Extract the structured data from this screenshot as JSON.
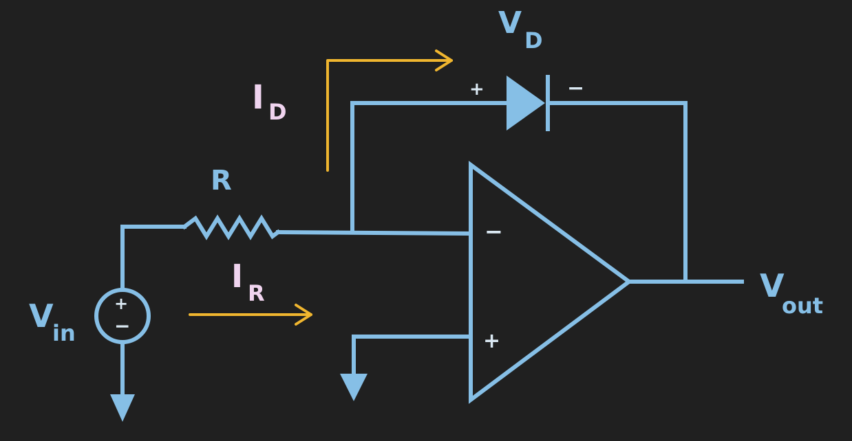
{
  "components": {
    "resistor": {
      "label": "R"
    },
    "diode": {
      "label_main": "V",
      "label_sub": "D",
      "anode_sign": "+",
      "cathode_sign": "−"
    },
    "opamp": {
      "inverting_sign": "−",
      "noninverting_sign": "+"
    },
    "source": {
      "label_main": "V",
      "label_sub": "in",
      "plus_sign": "+",
      "minus_sign": "−"
    },
    "output": {
      "label_main": "V",
      "label_sub": "out"
    }
  },
  "currents": {
    "diode_current": {
      "main": "I",
      "sub": "D"
    },
    "resistor_current": {
      "main": "I",
      "sub": "R"
    }
  },
  "colors": {
    "wire": "#86bfe6",
    "arrow": "#f0b62f",
    "current_label": "#f0d4ef",
    "background": "#202020"
  }
}
